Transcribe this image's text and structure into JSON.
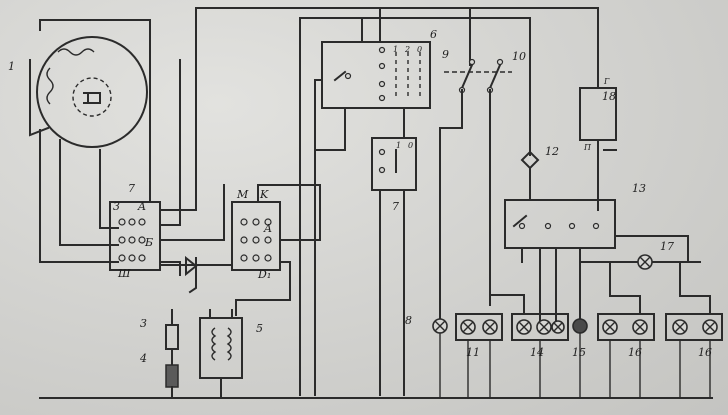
{
  "components": {
    "generator": "1",
    "resistor": "3",
    "fuse": "4",
    "relay": "5",
    "switch_left": "6",
    "regulator": "7",
    "switch_lower": "7",
    "lamp_single": "8",
    "switch_9": "9",
    "switch_10": "10",
    "lamp_pair_11": "11",
    "horn": "12",
    "distributor": "13",
    "lamp_pair_14": "14",
    "lamp_15": "15",
    "lamp_pair_16": "16",
    "lamp_17": "17",
    "battery": "18"
  },
  "terminals": {
    "reg_3": "3",
    "reg_A": "A",
    "reg_B": "Б",
    "reg_Sh": "Ш",
    "relay_M": "M",
    "relay_K": "K",
    "relay_A": "A",
    "relay_D": "D₁",
    "sw6_1": "1",
    "sw6_2": "2",
    "sw6_0": "0",
    "sw7_1": "1",
    "sw7_0": "0",
    "bat_pos": "Г",
    "bat_neg": "П"
  }
}
